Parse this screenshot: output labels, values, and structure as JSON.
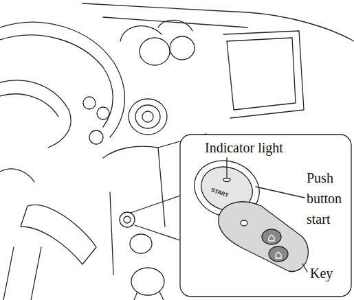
{
  "diagram": {
    "labels": [
      "Indicator light",
      "Push button start",
      "Key",
      "START"
    ]
  }
}
